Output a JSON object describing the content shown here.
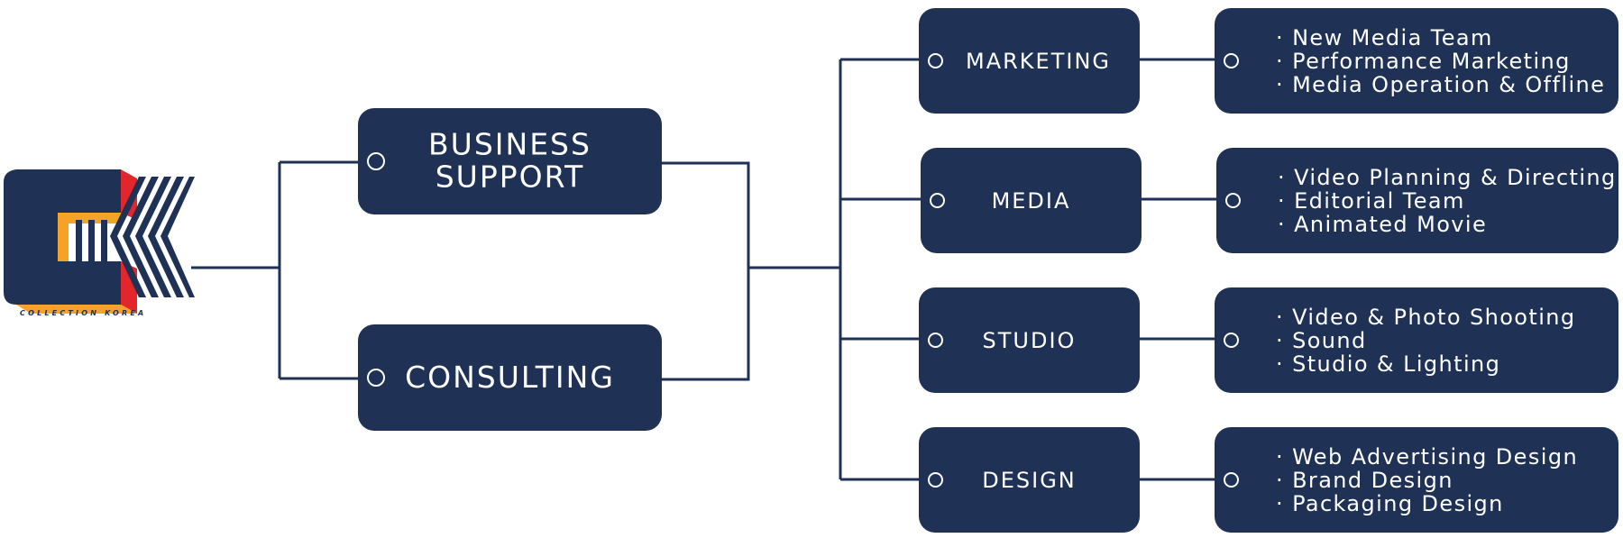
{
  "logo": {
    "caption": "COLLECTION KOREA",
    "colors": {
      "navy": "#1f3155",
      "orange": "#f5a228",
      "red": "#e3262b"
    }
  },
  "colors": {
    "box": "#1f3155",
    "line": "#1f3155",
    "text": "#ffffff"
  },
  "groups": [
    {
      "id": "business-support",
      "label_lines": [
        "BUSINESS",
        "SUPPORT"
      ]
    },
    {
      "id": "consulting",
      "label_lines": [
        "CONSULTING"
      ]
    }
  ],
  "departments": [
    {
      "id": "marketing",
      "label": "MARKETING",
      "items": [
        "New Media Team",
        "Performance Marketing",
        "Media Operation & Offline"
      ]
    },
    {
      "id": "media",
      "label": "MEDIA",
      "items": [
        "Video Planning & Directing",
        "Editorial Team",
        "Animated Movie"
      ]
    },
    {
      "id": "studio",
      "label": "STUDIO",
      "items": [
        "Video & Photo Shooting",
        "Sound",
        "Studio & Lighting"
      ]
    },
    {
      "id": "design",
      "label": "DESIGN",
      "items": [
        "Web Advertising Design",
        "Brand Design",
        "Packaging Design"
      ]
    }
  ]
}
